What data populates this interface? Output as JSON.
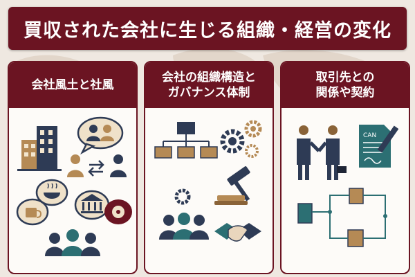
{
  "title": "買収された会社に生じる組織・経営の変化",
  "cards": [
    {
      "heading_line1": "会社風土と社風",
      "heading_line2": ""
    },
    {
      "heading_line1": "会社の組織構造と",
      "heading_line2": "ガバナンス体制"
    },
    {
      "heading_line1": "取引先との",
      "heading_line2": "関係や契約"
    }
  ],
  "document_label": "CAN",
  "colors": {
    "primary": "#6b1422",
    "navy": "#2e3b55",
    "gold": "#b58a55",
    "teal": "#2c6f73",
    "background": "#efe8e1"
  },
  "icons": [
    "office-buildings-icon",
    "people-chat-bubble-icon",
    "exchange-arrows-icon",
    "tea-bubble-icon",
    "coffee-bubble-icon",
    "temple-bubble-icon",
    "flower-bubble-icon",
    "team-icon",
    "org-chart-icon",
    "gears-icon",
    "gavel-icon",
    "handshake-icon",
    "business-handshake-icon",
    "contract-document-icon",
    "pen-icon",
    "supplier-network-icon"
  ]
}
